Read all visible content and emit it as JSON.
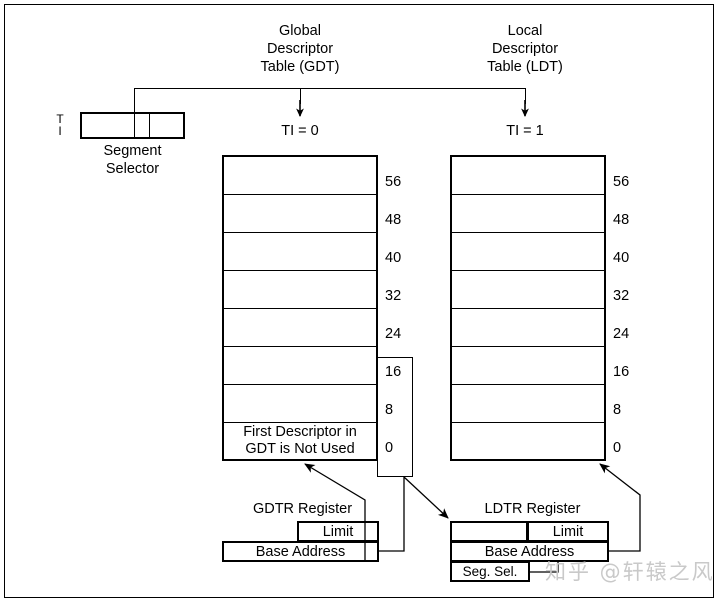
{
  "diagram": {
    "headings": {
      "gdt": "Global\nDescriptor\nTable (GDT)",
      "ldt": "Local\nDescriptor\nTable (LDT)"
    },
    "ti_flags": {
      "gdt": "TI = 0",
      "ldt": "TI = 1"
    },
    "segment_selector": {
      "caption": "Segment\nSelector",
      "field_letter_top": "T",
      "field_letter_bottom": "I"
    },
    "gdt_table": {
      "name": "GDT",
      "offsets": [
        "56",
        "48",
        "40",
        "32",
        "24",
        "16",
        "8",
        "0"
      ],
      "rows": [
        "",
        "",
        "",
        "",
        "",
        "",
        "",
        "First Descriptor in\nGDT is Not Used"
      ]
    },
    "ldt_table": {
      "name": "LDT",
      "offsets": [
        "56",
        "48",
        "40",
        "32",
        "24",
        "16",
        "8",
        "0"
      ],
      "rows": [
        "",
        "",
        "",
        "",
        "",
        "",
        "",
        ""
      ]
    },
    "gdtr": {
      "title": "GDTR Register",
      "limit_label": "Limit",
      "base_label": "Base Address"
    },
    "ldtr": {
      "title": "LDTR Register",
      "limit_label": "Limit",
      "base_label": "Base Address",
      "segsel_label": "Seg. Sel."
    },
    "watermark": "知乎 @轩辕之风",
    "colors": {
      "stroke": "#000000",
      "background": "#ffffff",
      "watermark": "#c9c9c9"
    }
  }
}
